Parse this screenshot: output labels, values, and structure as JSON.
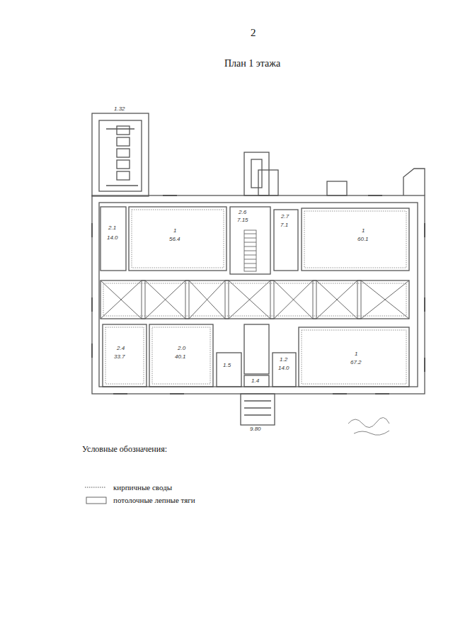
{
  "diagram": {
    "title": "План 1 этажа",
    "labels": [
      "2",
      "Условные обозначения:",
      "1.32",
      "2.1",
      "14.0",
      "1",
      "56.4",
      "2.6",
      "7.15",
      "2.7",
      "7.1",
      "1",
      "60.1",
      "2.4",
      "33.7",
      "2.0",
      "40.1",
      "1.5",
      "1.2",
      "14.0",
      "1.4",
      "1",
      "67.2",
      "9.80"
    ],
    "legend": [
      {
        "text": "кирпичные своды"
      },
      {
        "text": "потолочные лепные тяги"
      }
    ]
  }
}
